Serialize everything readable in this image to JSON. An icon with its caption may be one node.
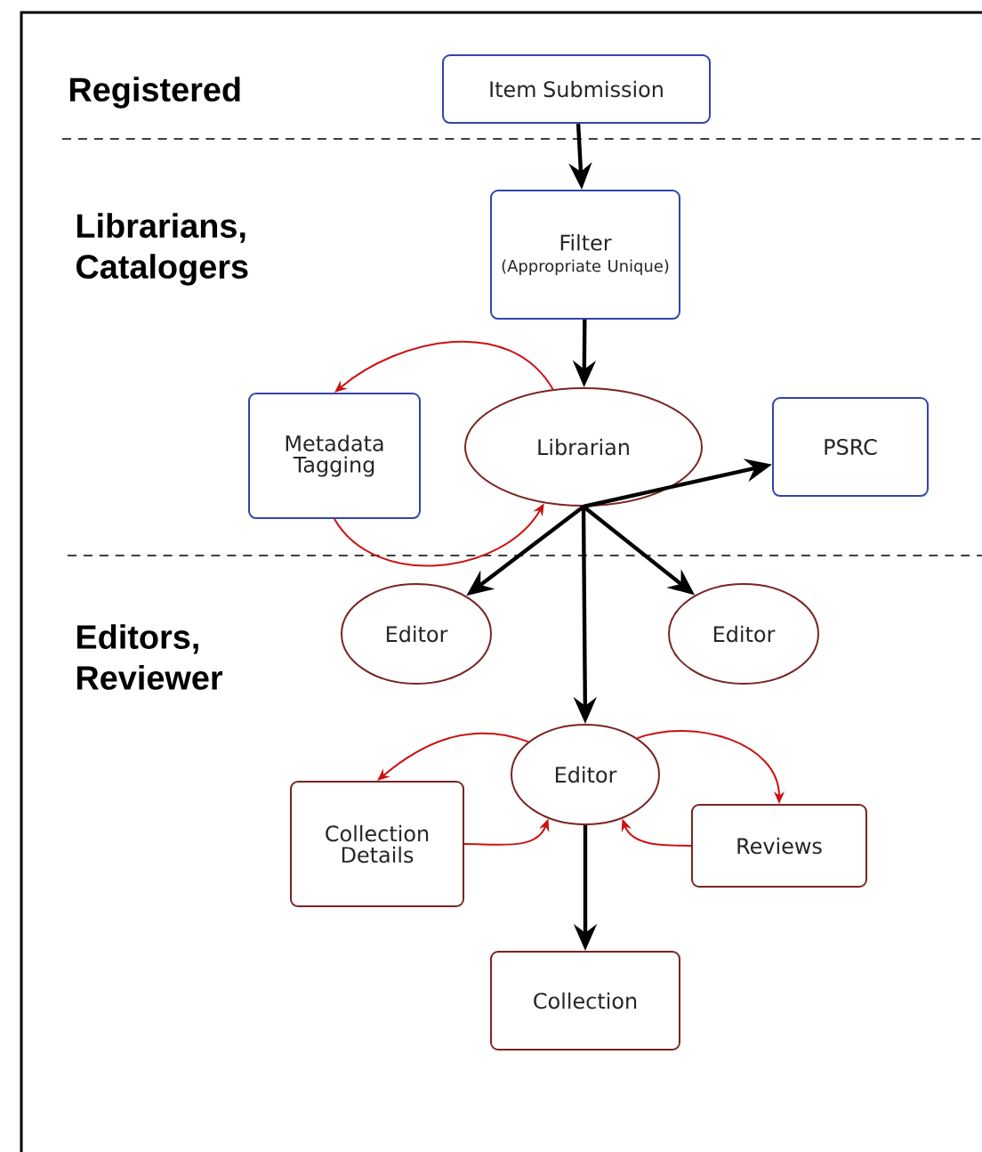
{
  "diagram": {
    "nodes": [
      {
        "text": [
          "Item Submission"
        ]
      },
      {
        "text": [
          "Filter",
          "(Appropriate Unique)"
        ]
      },
      {
        "text": [
          "Metadata Tagging"
        ]
      },
      {
        "text": [
          "Librarian"
        ]
      },
      {
        "text": [
          "PSRC"
        ]
      },
      {
        "text": [
          "Editor"
        ]
      },
      {
        "text": [
          "Editor"
        ]
      },
      {
        "text": [
          "Editor"
        ]
      },
      {
        "text": [
          "Collection Details"
        ]
      },
      {
        "text": [
          "Reviews"
        ]
      },
      {
        "text": [
          "Collection"
        ]
      }
    ],
    "edges": [
      {
        "from": 0,
        "to": 1,
        "arrow": "to"
      },
      {
        "from": 1,
        "to": 3,
        "arrow": "to"
      },
      {
        "from": 3,
        "to": 2,
        "arrow": "to",
        "color": "#cc1111"
      },
      {
        "from": 2,
        "to": 3,
        "arrow": "to",
        "color": "#cc1111"
      },
      {
        "from": 3,
        "to": 4,
        "arrow": "to"
      },
      {
        "from": 3,
        "to": 5,
        "arrow": "to"
      },
      {
        "from": 3,
        "to": 6,
        "arrow": "to"
      },
      {
        "from": 3,
        "to": 7,
        "arrow": "to"
      },
      {
        "from": 7,
        "to": 8,
        "arrow": "to",
        "color": "#cc1111"
      },
      {
        "from": 8,
        "to": 7,
        "arrow": "to",
        "color": "#cc1111"
      },
      {
        "from": 7,
        "to": 9,
        "arrow": "to",
        "color": "#cc1111"
      },
      {
        "from": 9,
        "to": 7,
        "arrow": "to",
        "color": "#cc1111"
      },
      {
        "from": 7,
        "to": 10,
        "arrow": "to"
      }
    ],
    "labels": [
      "Registered",
      "Librarians, Catalogers",
      "Editors, Reviewer"
    ]
  }
}
